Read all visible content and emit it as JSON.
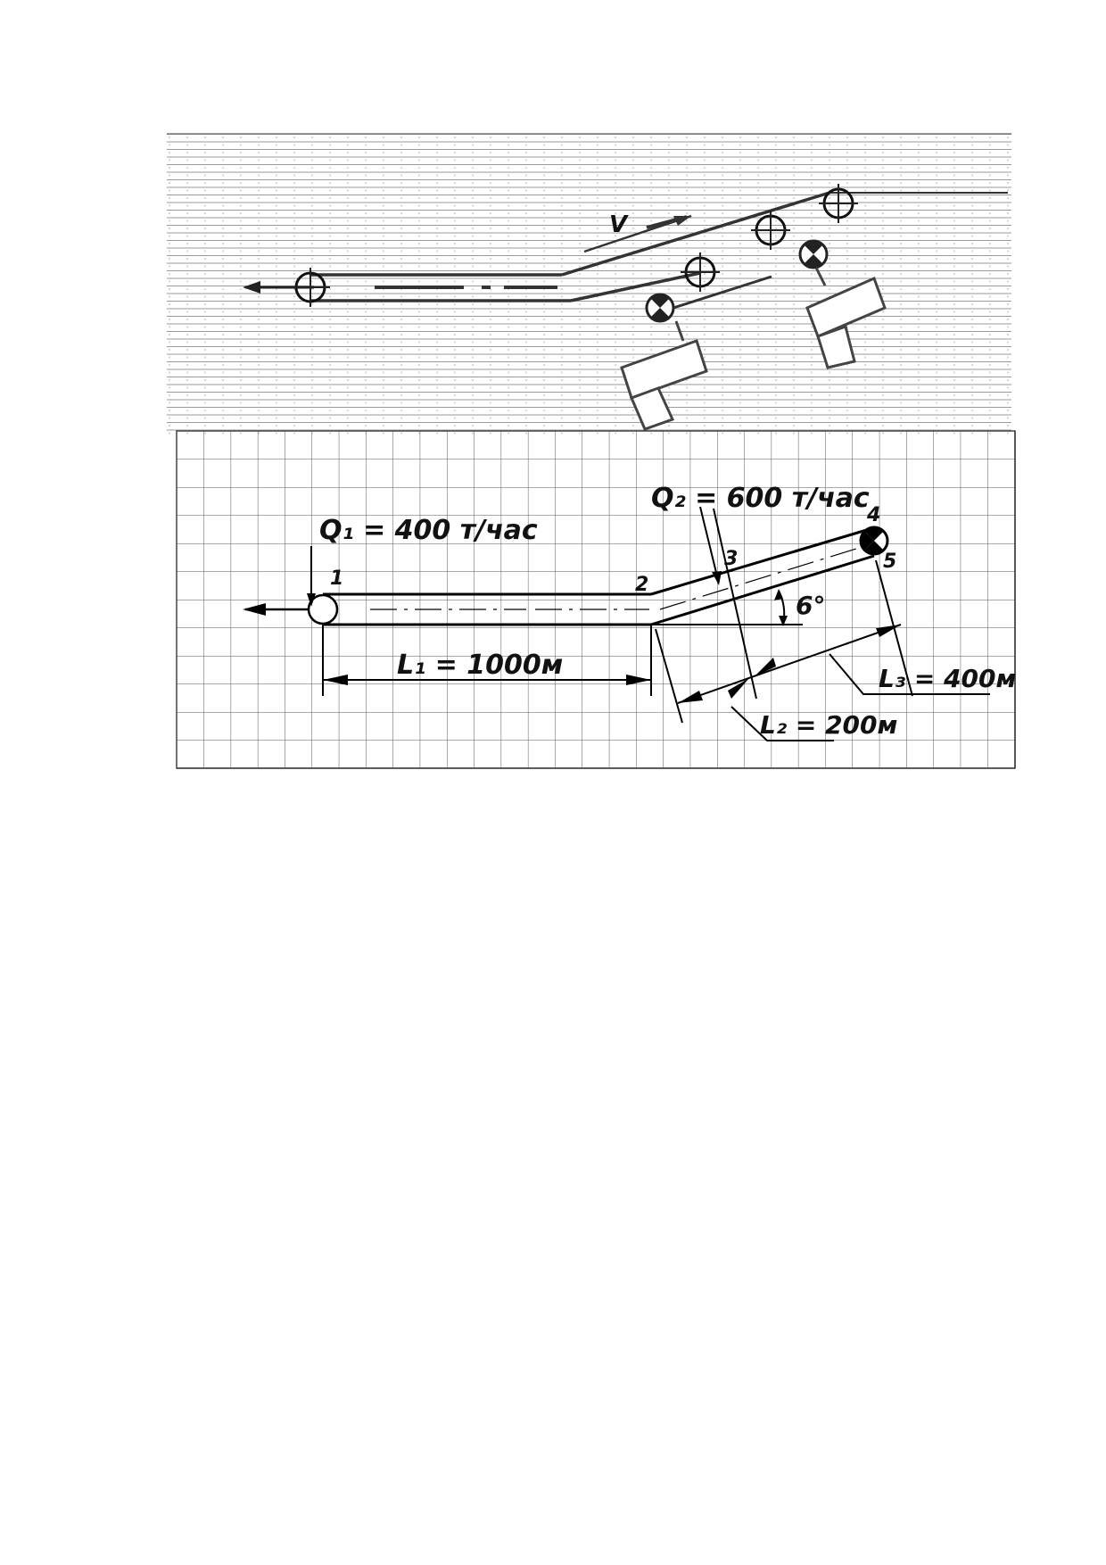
{
  "top_figure": {
    "velocity_label": "V"
  },
  "bottom_figure": {
    "q1_label": "Q₁ = 400 т/час",
    "q2_label": "Q₂ = 600 т/час",
    "points": [
      "1",
      "2",
      "3",
      "4",
      "5"
    ],
    "angle_label": "6°",
    "l1_label": "L₁ = 1000м",
    "l2_label": "L₂ = 200м",
    "l3_label": "L₃ = 400м"
  }
}
